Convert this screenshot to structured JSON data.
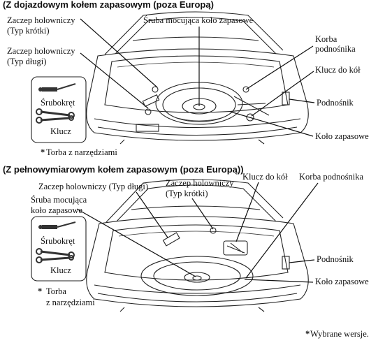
{
  "section1": {
    "header": "(Z dojazdowym kołem zapasowym (poza Europą)",
    "labels": {
      "hook_short_1": "Zaczep holowniczy",
      "hook_short_2": "(Typ krótki)",
      "hook_long_1": "Zaczep holowniczy",
      "hook_long_2": "(Typ długi)",
      "bolt": "Śruba mocująca koło zapasowe",
      "crank_1": "Korba",
      "crank_2": "podnośnika",
      "wrench": "Klucz do kół",
      "jack": "Podnośnik",
      "spare": "Koło zapasowe"
    },
    "toolbag": {
      "screwdriver": "Śrubokręt",
      "key": "Klucz",
      "note_mark": "*",
      "note": "Torba z narzędziami"
    }
  },
  "section2": {
    "header": "(Z pełnowymiarowym kołem zapasowym (poza Europą))",
    "labels": {
      "hook_long": "Zaczep holowniczy (Typ długi)",
      "hook_short_1": "Zaczep holowniczy",
      "hook_short_2": "(Typ krótki)",
      "wrench": "Klucz do kół",
      "crank": "Korba podnośnika",
      "bolt_1": "Śruba mocująca",
      "bolt_2": "koło zapasowe",
      "jack": "Podnośnik",
      "spare": "Koło zapasowe"
    },
    "toolbag": {
      "screwdriver": "Śrubokręt",
      "key": "Klucz",
      "note_mark": "*",
      "note_1": "Torba",
      "note_2": "z narzędziami"
    }
  },
  "footnote": {
    "mark": "*",
    "text": "Wybrane wersje."
  },
  "icons": [
    "screwdriver-icon",
    "wrench-icon",
    "car-trunk-diagram"
  ]
}
